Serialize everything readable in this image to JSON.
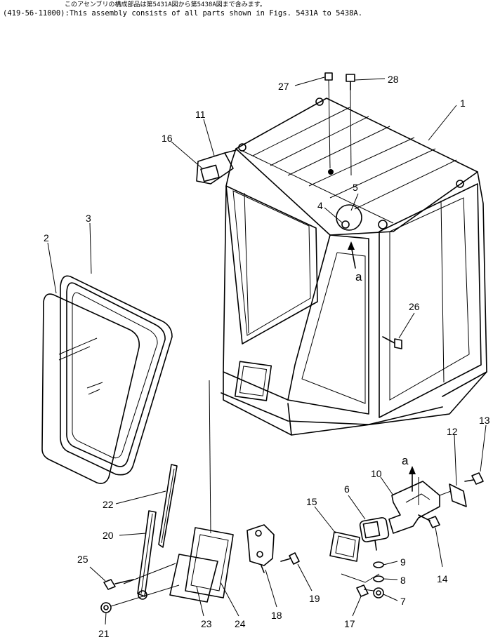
{
  "header": {
    "line_jp": "このアセンブリの構成部品は第5431A図から第5438A図まで含みます。",
    "line_en": "(419-56-11000):This assembly consists of all parts shown in Figs. 5431A to 5438A."
  },
  "view_marker": "a",
  "callouts": [
    "1",
    "2",
    "3",
    "4",
    "5",
    "6",
    "7",
    "8",
    "9",
    "10",
    "11",
    "12",
    "13",
    "14",
    "15",
    "16",
    "17",
    "18",
    "19",
    "20",
    "21",
    "22",
    "23",
    "24",
    "25",
    "26",
    "27",
    "28"
  ]
}
